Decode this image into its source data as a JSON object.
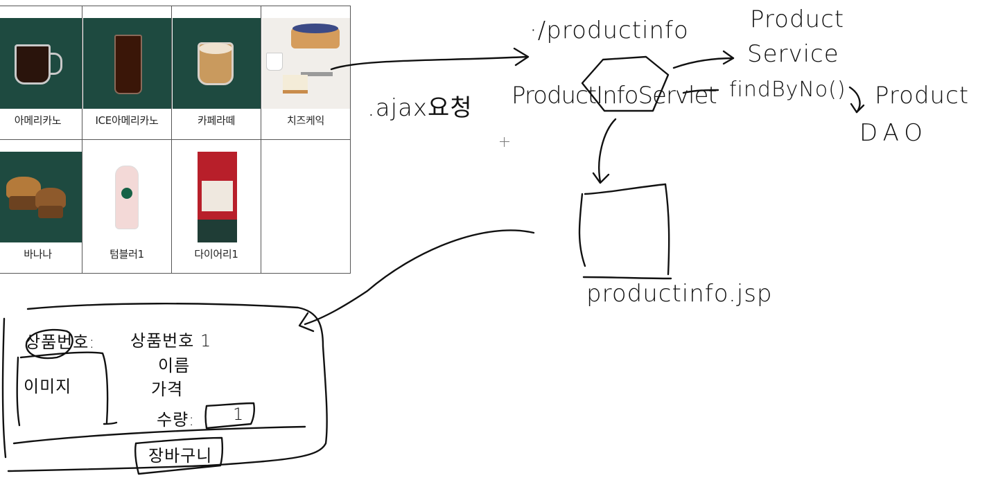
{
  "products": [
    {
      "name": "아메리카노",
      "image_icon": "americano-mug-icon"
    },
    {
      "name": "ICE아메리카노",
      "image_icon": "iced-americano-glass-icon"
    },
    {
      "name": "카페라떼",
      "image_icon": "latte-mug-icon"
    },
    {
      "name": "치즈케익",
      "image_icon": "cheesecake-icon"
    },
    {
      "name": "바나나",
      "image_icon": "muffin-icon"
    },
    {
      "name": "텀블러1",
      "image_icon": "tumbler-icon"
    },
    {
      "name": "다이어리1",
      "image_icon": "diary-icon"
    }
  ],
  "handwriting": {
    "ajax_request": ".ajax요청",
    "servlet_path": "·/productinfo",
    "servlet_class": "ProductInfoServlet",
    "service_line1": "Product",
    "service_line2": "Service",
    "find_method": "findByNo()",
    "dao_line1": "Product",
    "dao_line2": "DAO",
    "jsp_name": "productinfo.jsp",
    "sketch": {
      "title": "상품번호:",
      "image_box": "이미지",
      "field_number": "상품번호  1",
      "field_name": "이름",
      "field_price": "가격",
      "field_qty": "수량:",
      "qty_box": "1",
      "cart_button": "장바구니"
    }
  },
  "colors": {
    "thumb_dark": "#1e4a40",
    "ink": "#111111",
    "grid_border": "#555555"
  }
}
